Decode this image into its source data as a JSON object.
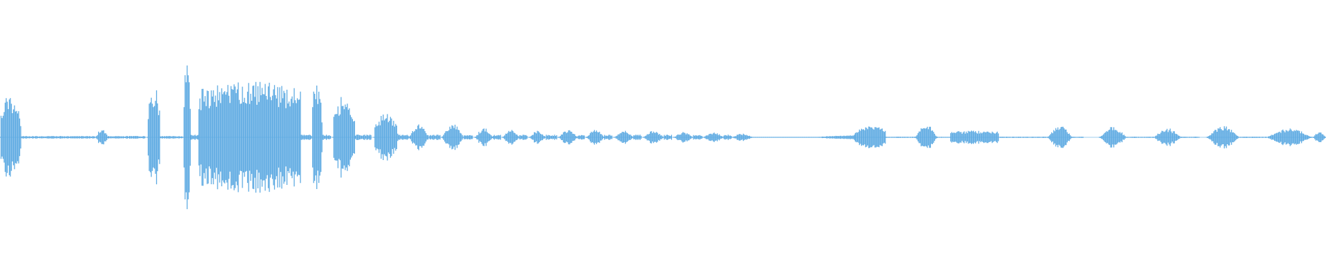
{
  "waveform": {
    "color": "#5daae2",
    "background": "#ffffff",
    "duration_relative": 1.0,
    "segments": [
      {
        "start": 0.0,
        "end": 0.016,
        "amplitude": 0.33,
        "shape": "burst"
      },
      {
        "start": 0.016,
        "end": 0.072,
        "amplitude": 0.01,
        "shape": "quiet"
      },
      {
        "start": 0.072,
        "end": 0.082,
        "amplitude": 0.07,
        "shape": "blip"
      },
      {
        "start": 0.082,
        "end": 0.11,
        "amplitude": 0.01,
        "shape": "quiet"
      },
      {
        "start": 0.111,
        "end": 0.121,
        "amplitude": 0.38,
        "shape": "burst"
      },
      {
        "start": 0.121,
        "end": 0.138,
        "amplitude": 0.01,
        "shape": "quiet"
      },
      {
        "start": 0.138,
        "end": 0.144,
        "amplitude": 0.61,
        "shape": "spike"
      },
      {
        "start": 0.144,
        "end": 0.15,
        "amplitude": 0.02,
        "shape": "quiet"
      },
      {
        "start": 0.15,
        "end": 0.227,
        "amplitude": 0.42,
        "shape": "sustain"
      },
      {
        "start": 0.227,
        "end": 0.235,
        "amplitude": 0.02,
        "shape": "quiet"
      },
      {
        "start": 0.235,
        "end": 0.243,
        "amplitude": 0.45,
        "shape": "burst"
      },
      {
        "start": 0.243,
        "end": 0.25,
        "amplitude": 0.02,
        "shape": "quiet"
      },
      {
        "start": 0.251,
        "end": 0.268,
        "amplitude": 0.31,
        "shape": "burst"
      },
      {
        "start": 0.268,
        "end": 0.28,
        "amplitude": 0.02,
        "shape": "quiet"
      },
      {
        "start": 0.282,
        "end": 0.3,
        "amplitude": 0.18,
        "shape": "burst"
      },
      {
        "start": 0.3,
        "end": 0.308,
        "amplitude": 0.02,
        "shape": "quiet"
      },
      {
        "start": 0.308,
        "end": 0.324,
        "amplitude": 0.1,
        "shape": "blip"
      },
      {
        "start": 0.324,
        "end": 0.332,
        "amplitude": 0.02,
        "shape": "quiet"
      },
      {
        "start": 0.333,
        "end": 0.35,
        "amplitude": 0.1,
        "shape": "blip"
      },
      {
        "start": 0.35,
        "end": 0.357,
        "amplitude": 0.02,
        "shape": "quiet"
      },
      {
        "start": 0.358,
        "end": 0.372,
        "amplitude": 0.07,
        "shape": "blip"
      },
      {
        "start": 0.372,
        "end": 0.378,
        "amplitude": 0.02,
        "shape": "quiet"
      },
      {
        "start": 0.379,
        "end": 0.392,
        "amplitude": 0.06,
        "shape": "blip"
      },
      {
        "start": 0.392,
        "end": 0.398,
        "amplitude": 0.02,
        "shape": "quiet"
      },
      {
        "start": 0.399,
        "end": 0.412,
        "amplitude": 0.05,
        "shape": "blip"
      },
      {
        "start": 0.412,
        "end": 0.42,
        "amplitude": 0.02,
        "shape": "quiet"
      },
      {
        "start": 0.421,
        "end": 0.436,
        "amplitude": 0.06,
        "shape": "blip"
      },
      {
        "start": 0.436,
        "end": 0.441,
        "amplitude": 0.02,
        "shape": "quiet"
      },
      {
        "start": 0.442,
        "end": 0.456,
        "amplitude": 0.06,
        "shape": "blip"
      },
      {
        "start": 0.456,
        "end": 0.462,
        "amplitude": 0.02,
        "shape": "quiet"
      },
      {
        "start": 0.463,
        "end": 0.478,
        "amplitude": 0.05,
        "shape": "blip"
      },
      {
        "start": 0.478,
        "end": 0.484,
        "amplitude": 0.02,
        "shape": "quiet"
      },
      {
        "start": 0.485,
        "end": 0.501,
        "amplitude": 0.05,
        "shape": "blip"
      },
      {
        "start": 0.501,
        "end": 0.507,
        "amplitude": 0.02,
        "shape": "quiet"
      },
      {
        "start": 0.508,
        "end": 0.523,
        "amplitude": 0.04,
        "shape": "blip"
      },
      {
        "start": 0.523,
        "end": 0.53,
        "amplitude": 0.02,
        "shape": "quiet"
      },
      {
        "start": 0.53,
        "end": 0.546,
        "amplitude": 0.04,
        "shape": "blip"
      },
      {
        "start": 0.546,
        "end": 0.552,
        "amplitude": 0.02,
        "shape": "quiet"
      },
      {
        "start": 0.552,
        "end": 0.568,
        "amplitude": 0.03,
        "shape": "blip"
      },
      {
        "start": 0.568,
        "end": 0.59,
        "amplitude": 0.003,
        "shape": "quiet"
      },
      {
        "start": 0.59,
        "end": 0.61,
        "amplitude": 0.003,
        "shape": "quiet"
      },
      {
        "start": 0.61,
        "end": 0.645,
        "amplitude": 0.02,
        "shape": "rise"
      },
      {
        "start": 0.645,
        "end": 0.668,
        "amplitude": 0.09,
        "shape": "swell"
      },
      {
        "start": 0.668,
        "end": 0.69,
        "amplitude": 0.005,
        "shape": "quiet"
      },
      {
        "start": 0.69,
        "end": 0.707,
        "amplitude": 0.1,
        "shape": "blip"
      },
      {
        "start": 0.707,
        "end": 0.717,
        "amplitude": 0.004,
        "shape": "quiet"
      },
      {
        "start": 0.717,
        "end": 0.753,
        "amplitude": 0.05,
        "shape": "sustain"
      },
      {
        "start": 0.753,
        "end": 0.79,
        "amplitude": 0.005,
        "shape": "quiet"
      },
      {
        "start": 0.79,
        "end": 0.809,
        "amplitude": 0.09,
        "shape": "blip"
      },
      {
        "start": 0.809,
        "end": 0.817,
        "amplitude": 0.005,
        "shape": "quiet"
      },
      {
        "start": 0.829,
        "end": 0.85,
        "amplitude": 0.08,
        "shape": "blip"
      },
      {
        "start": 0.85,
        "end": 0.87,
        "amplitude": 0.005,
        "shape": "quiet"
      },
      {
        "start": 0.87,
        "end": 0.891,
        "amplitude": 0.07,
        "shape": "blip"
      },
      {
        "start": 0.891,
        "end": 0.905,
        "amplitude": 0.005,
        "shape": "quiet"
      },
      {
        "start": 0.91,
        "end": 0.935,
        "amplitude": 0.09,
        "shape": "blip"
      },
      {
        "start": 0.935,
        "end": 0.955,
        "amplitude": 0.005,
        "shape": "quiet"
      },
      {
        "start": 0.955,
        "end": 0.99,
        "amplitude": 0.07,
        "shape": "blip"
      },
      {
        "start": 0.99,
        "end": 1.0,
        "amplitude": 0.04,
        "shape": "blip"
      }
    ]
  }
}
